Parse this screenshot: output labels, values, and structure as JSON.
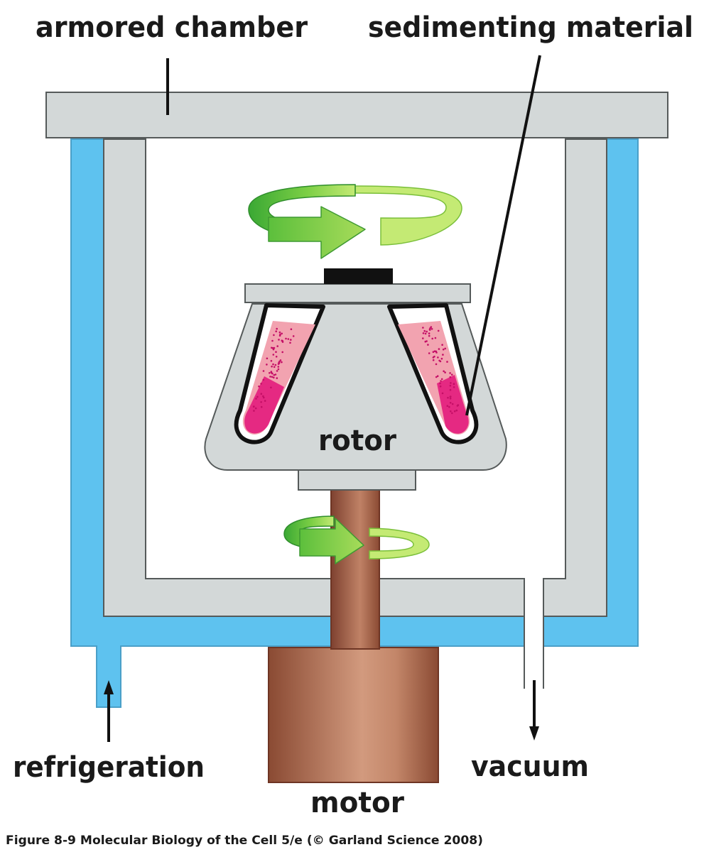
{
  "labels": {
    "armored_chamber": "armored chamber",
    "sedimenting_material": "sedimenting material",
    "rotor": "rotor",
    "refrigeration": "refrigeration",
    "vacuum": "vacuum",
    "motor": "motor"
  },
  "caption": "Figure 8-9  Molecular Biology of the Cell 5/e (© Garland Science 2008)",
  "colors": {
    "chamber_gray": "#d3d8d8",
    "outline": "#555a5a",
    "coolant_blue": "#5ec2ef",
    "motor_brown": "#9c5a40",
    "sample_pink": "#f2a3b0",
    "sediment_magenta": "#e3147a",
    "arrow_green": "#4db83a",
    "arrow_light_green": "#b8e46a",
    "hub_black": "#111111"
  }
}
